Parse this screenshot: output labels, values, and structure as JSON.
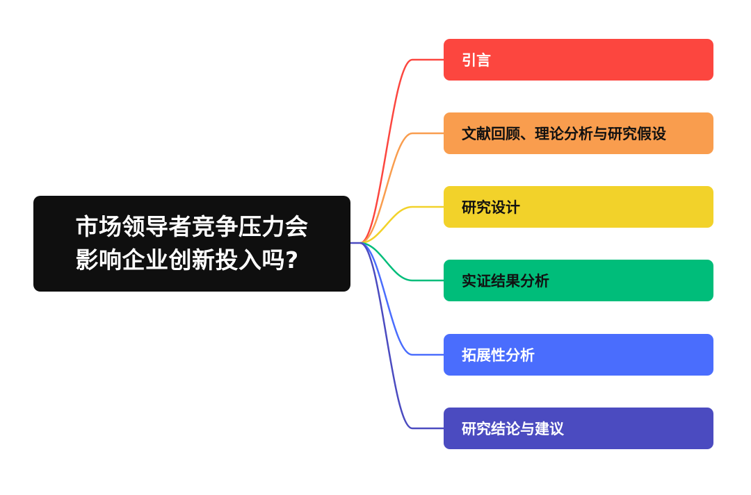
{
  "root": {
    "title": "市场领导者竞争压力会\n影响企业创新投入吗?"
  },
  "branches": [
    {
      "label": "引言",
      "color": "#fc463f",
      "text_color": "#ffffff"
    },
    {
      "label": "文献回顾、理论分析与研究假设",
      "color": "#f99d4e",
      "text_color": "#111111"
    },
    {
      "label": "研究设计",
      "color": "#f2d22a",
      "text_color": "#111111"
    },
    {
      "label": "实证结果分析",
      "color": "#00bd7a",
      "text_color": "#111111"
    },
    {
      "label": "拓展性分析",
      "color": "#4a6dfd",
      "text_color": "#ffffff"
    },
    {
      "label": "研究结论与建议",
      "color": "#4b4bc0",
      "text_color": "#ffffff"
    }
  ]
}
